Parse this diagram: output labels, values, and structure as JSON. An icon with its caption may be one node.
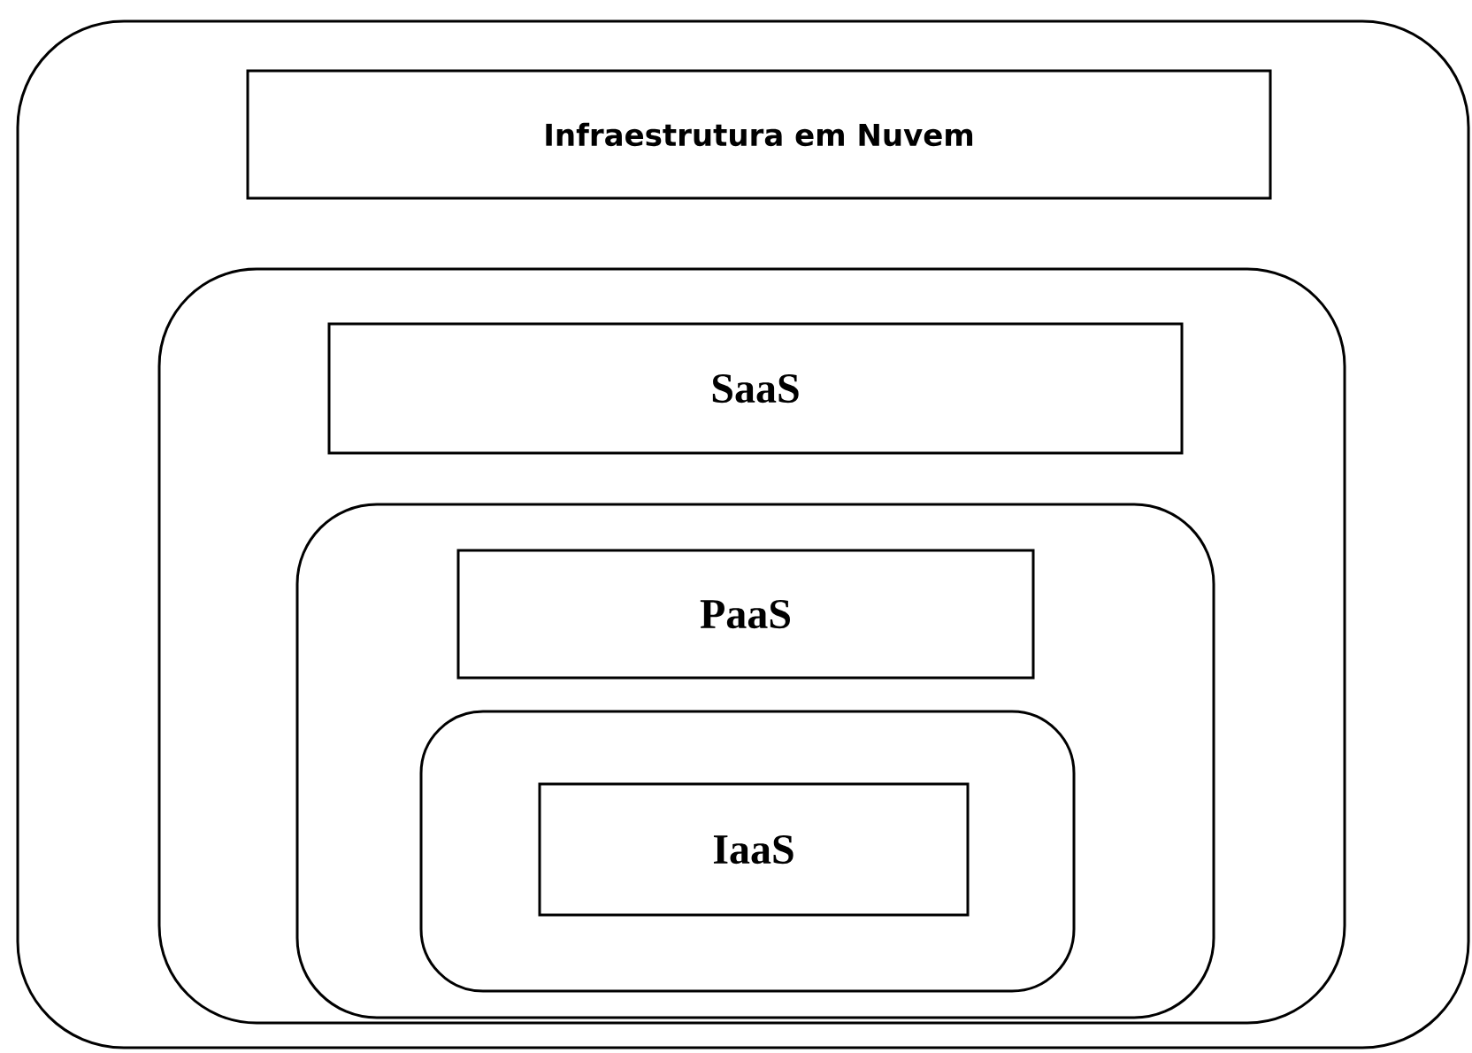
{
  "diagram": {
    "nodes": [
      {
        "text": [],
        "shape": "box"
      },
      {
        "text": [
          "Infraestrutura em Nuvem"
        ],
        "in": 0
      },
      {
        "text": [],
        "shape": "box",
        "in": 0
      },
      {
        "text": [
          "SaaS"
        ],
        "in": 2
      },
      {
        "text": [],
        "shape": "box",
        "in": 2
      },
      {
        "text": [
          "PaaS"
        ],
        "in": 4
      },
      {
        "text": [],
        "shape": "box",
        "in": 4
      },
      {
        "text": [
          "IaaS"
        ],
        "in": 6
      }
    ]
  }
}
